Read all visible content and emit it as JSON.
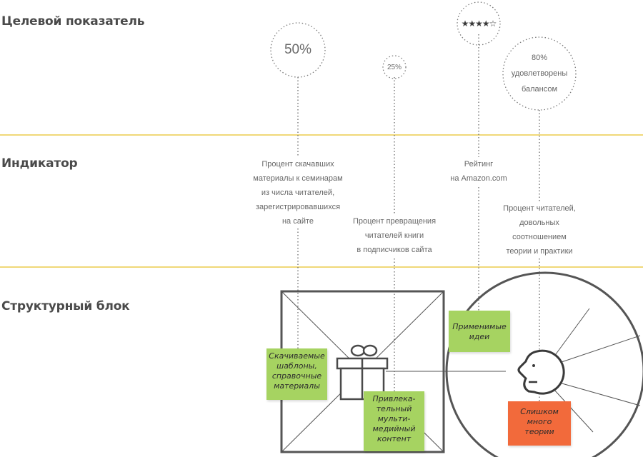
{
  "rows": {
    "target": "Целевой показатель",
    "indicator": "Индикатор",
    "block": "Структурный блок"
  },
  "targets": {
    "downloads": "50%",
    "conversion": "25%",
    "rating": "★★★★☆",
    "satisfaction_line1": "80%",
    "satisfaction_line2": "удовлетворены",
    "satisfaction_line3": "балансом"
  },
  "indicators": {
    "downloads": [
      "Процент скачавших",
      "материалы к семинарам",
      "из числа читателей,",
      "зарегистрировавшихся",
      "на сайте"
    ],
    "conversion": [
      "Процент превращения",
      "читателей книги",
      "в подписчиков сайта"
    ],
    "rating": [
      "Рейтинг",
      "на Amazon.com"
    ],
    "satisfaction": [
      "Процент читателей,",
      "довольных",
      "соотношением",
      "теории и практики"
    ]
  },
  "notes": {
    "templates": [
      "Скачиваемые",
      "шаблоны,",
      "справочные",
      "материалы"
    ],
    "multimedia": [
      "Привлека-",
      "тельный",
      "мульти-",
      "медийный",
      "контент"
    ],
    "ideas": [
      "Применимые",
      "идеи"
    ],
    "theory": [
      "Слишком",
      "много",
      "теории"
    ]
  },
  "colors": {
    "guide_line": "#f0d878",
    "note_green": "#a6d361",
    "note_orange": "#f26a3b",
    "stroke": "#555555"
  }
}
